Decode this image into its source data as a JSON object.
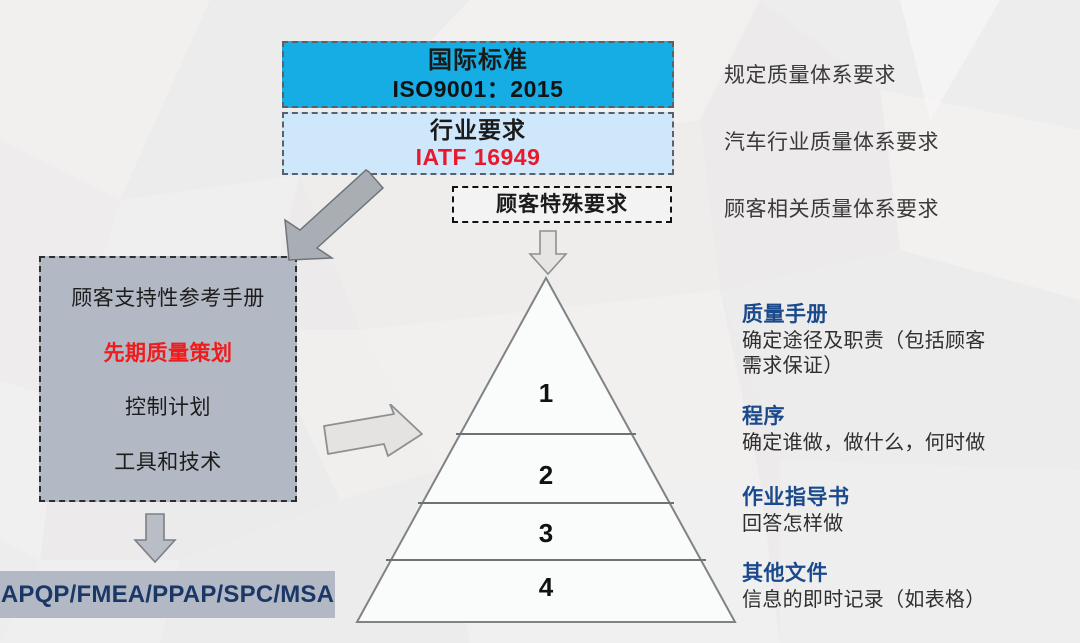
{
  "colors": {
    "iso_fill": "#16ade4",
    "iatf_fill": "#cfe7fa",
    "iatf_accent": "#e8192c",
    "panel_fill": "#b3b9c4",
    "apqp_text": "#1b3768",
    "doc_title": "#1b4a8c",
    "background": "#eceaea"
  },
  "standards": [
    {
      "id": "international-standard",
      "line1": "国际标准",
      "line2": "ISO9001：2015",
      "note": "规定质量体系要求"
    },
    {
      "id": "industry-requirement",
      "line1": "行业要求",
      "line2": "IATF 16949",
      "note": "汽车行业质量体系要求"
    },
    {
      "id": "customer-specific-requirement",
      "line1": "顾客特殊要求",
      "line2": "",
      "note": "顾客相关质量体系要求"
    }
  ],
  "manual_panel": {
    "title": "顾客支持性参考手册",
    "rows": [
      "顾客支持性参考手册",
      "先期质量策划",
      "控制计划",
      "工具和技术"
    ],
    "accent_row_index": 1
  },
  "apqp_band": {
    "label": "APQP/FMEA/PPAP/SPC/MSA"
  },
  "pyramid": {
    "tiers": [
      {
        "number": "1"
      },
      {
        "number": "2"
      },
      {
        "number": "3"
      },
      {
        "number": "4"
      }
    ]
  },
  "doc_levels": [
    {
      "title": "质量手册",
      "desc": "确定途径及职责（包括顾客\n需求保证）"
    },
    {
      "title": "程序",
      "desc": "确定谁做，做什么，何时做"
    },
    {
      "title": "作业指导书",
      "desc": "回答怎样做"
    },
    {
      "title": "其他文件",
      "desc": "信息的即时记录（如表格）"
    }
  ],
  "icons": {
    "arrow_down_to_manual": "arrow-diagonal-down-left-icon",
    "arrow_right_to_pyramid": "arrow-right-icon",
    "arrow_down_to_apex": "arrow-down-icon",
    "arrow_down_to_apqp": "arrow-down-icon"
  }
}
